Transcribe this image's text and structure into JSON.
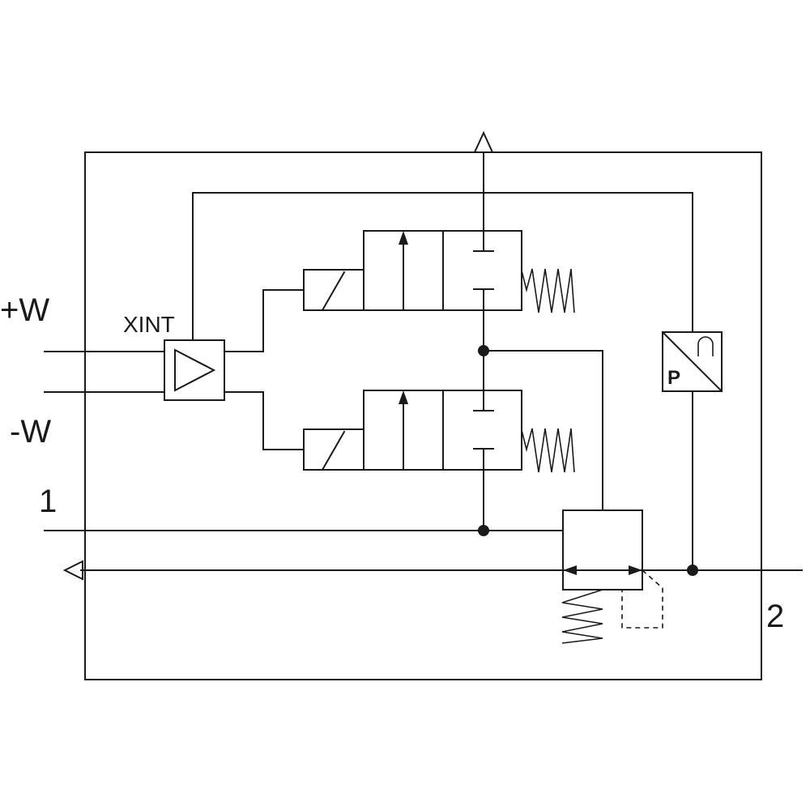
{
  "labels": {
    "plus_w": "+W",
    "minus_w": "-W",
    "port_1": "1",
    "port_2": "2",
    "xint": "XINT",
    "pressure_sensor": "P"
  },
  "colors": {
    "line": "#1a1a1a",
    "background": "#ffffff"
  }
}
